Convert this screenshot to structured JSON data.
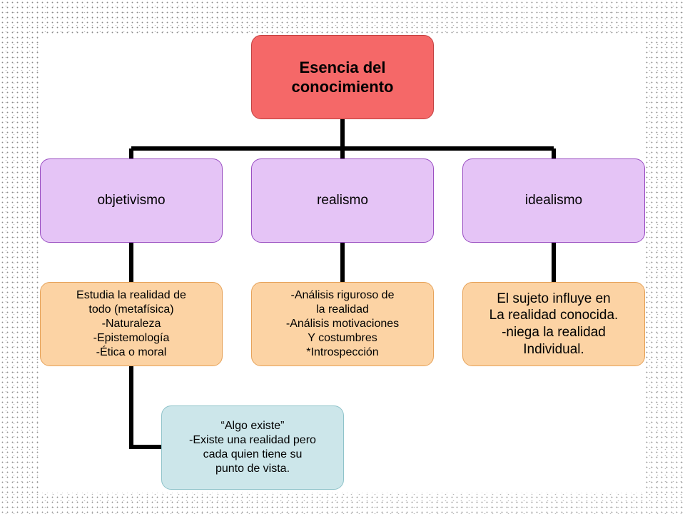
{
  "diagram": {
    "root": {
      "lines": [
        "Esencia del",
        "conocimiento"
      ]
    },
    "branches": [
      {
        "label": "objetivismo",
        "detail": [
          "Estudia la realidad de",
          "todo (metafísica)",
          "-Naturaleza",
          "-Epistemología",
          "-Ética o moral"
        ]
      },
      {
        "label": "realismo",
        "detail": [
          "-Análisis riguroso de",
          "la realidad",
          "-Análisis motivaciones",
          "Y costumbres",
          "*Introspección"
        ]
      },
      {
        "label": "idealismo",
        "detail": [
          "El sujeto influye en",
          "La realidad conocida.",
          "-niega la realidad",
          "Individual."
        ]
      }
    ],
    "sub_detail": {
      "lines": [
        "“Algo existe”",
        "-Existe una realidad pero",
        "cada quien tiene su",
        "punto de vista."
      ]
    }
  },
  "colors": {
    "root_fill": "#f56868",
    "level1_fill": "#e5c4f6",
    "level2_fill": "#fcd3a4",
    "level3_fill": "#cce6ea",
    "connector": "#000000"
  }
}
